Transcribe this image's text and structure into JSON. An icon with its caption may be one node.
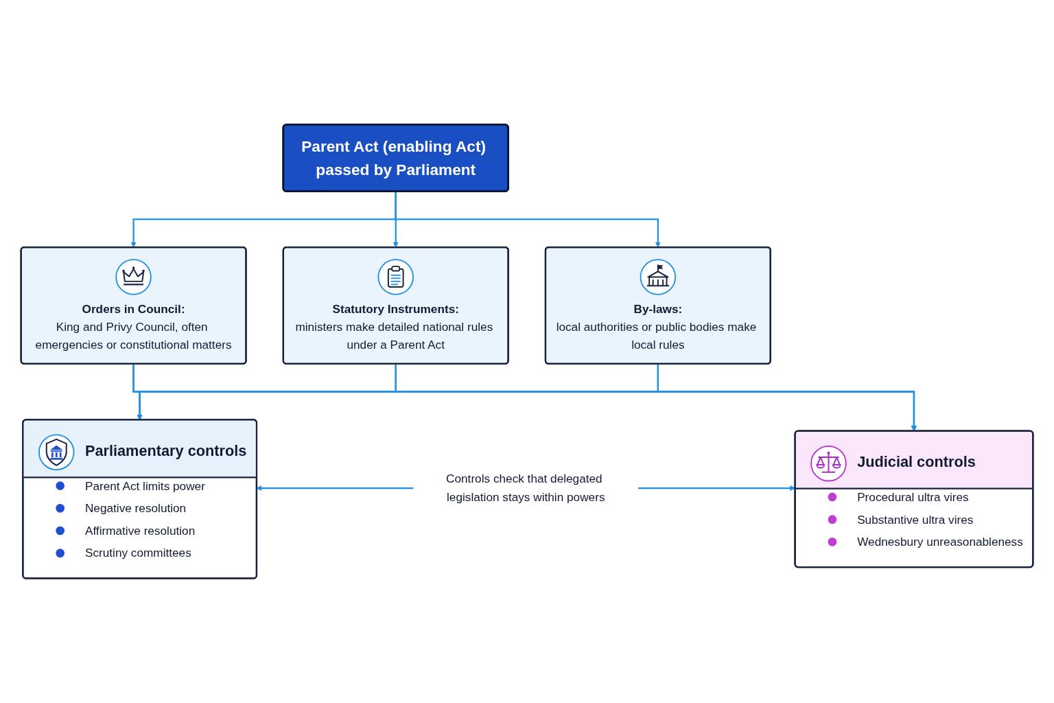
{
  "diagram": {
    "nodes": [
      {
        "text": [
          "Parent Act (enabling Act) passed by Parliament"
        ]
      },
      {
        "text": [
          "Orders in Council:",
          "King and Privy Council, often emergencies or constitutional matters"
        ]
      },
      {
        "text": [
          "Statutory Instruments:",
          "ministers make detailed national rules under a Parent Act"
        ]
      },
      {
        "text": [
          "By-laws:",
          "local authorities or public bodies make local rules"
        ]
      },
      {
        "text": [
          "Parliamentary controls",
          "Parent Act limits power",
          "Negative resolution",
          "Affirmative resolution",
          "Scrutiny committees"
        ]
      },
      {
        "text": [
          "Controls check that delegated legislation stays within powers"
        ]
      },
      {
        "text": [
          "Judicial controls",
          "Procedural ultra vires",
          "Substantive ultra vires",
          "Wednesbury unreasonableness"
        ]
      }
    ],
    "edges": [
      {
        "from": 0,
        "to": 1,
        "arrow": "to"
      },
      {
        "from": 0,
        "to": 2,
        "arrow": "to"
      },
      {
        "from": 0,
        "to": 3,
        "arrow": "to"
      },
      {
        "from": 1,
        "to": 4,
        "arrow": "to"
      },
      {
        "from": 1,
        "to": 6,
        "arrow": "to"
      },
      {
        "from": 2,
        "to": 4,
        "arrow": "to"
      },
      {
        "from": 2,
        "to": 6,
        "arrow": "to"
      },
      {
        "from": 3,
        "to": 4,
        "arrow": "to"
      },
      {
        "from": 3,
        "to": 6,
        "arrow": "to"
      },
      {
        "from": 5,
        "to": 4,
        "arrow": "to"
      },
      {
        "from": 5,
        "to": 6,
        "arrow": "to"
      }
    ]
  }
}
